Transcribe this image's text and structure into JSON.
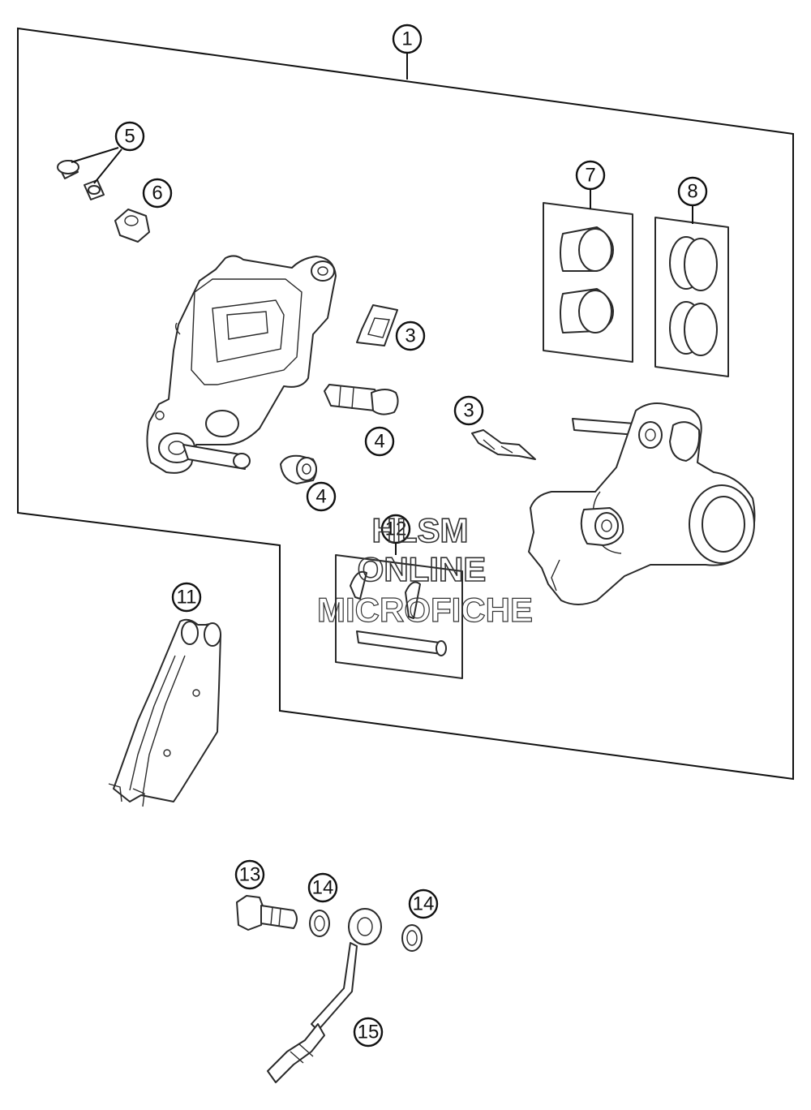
{
  "diagram": {
    "callouts": {
      "c1": "1",
      "c3a": "3",
      "c3b": "3",
      "c4a": "4",
      "c4b": "4",
      "c5": "5",
      "c6": "6",
      "c7": "7",
      "c8": "8",
      "c11": "11",
      "c12": "12",
      "c13": "13",
      "c14a": "14",
      "c14b": "14",
      "c15": "15"
    }
  },
  "watermark": {
    "line1": "HLSM",
    "line2": "ONLINE",
    "line3": "MICROFICHE"
  }
}
